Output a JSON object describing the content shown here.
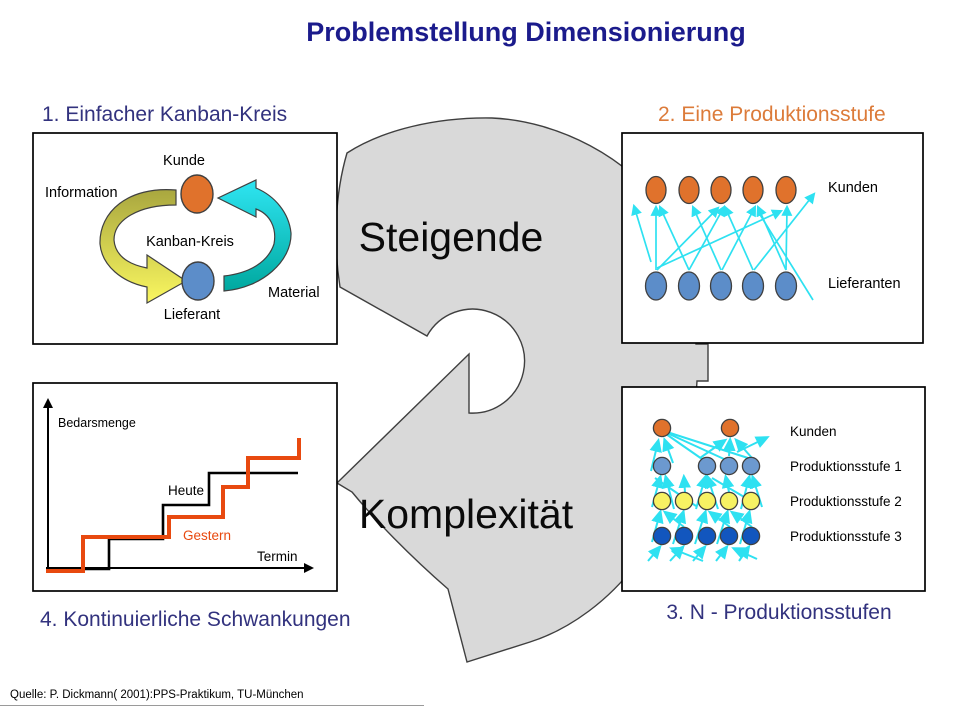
{
  "title": "Problemstellung Dimensionierung",
  "footer": {
    "source": "Quelle: P. Dickmann( 2001):PPS-Praktikum, TU-München"
  },
  "center": {
    "word_top": "Steigende",
    "word_bottom": "Komplexität"
  },
  "colors": {
    "title_navy": "#1B1B8C",
    "heading_navy": "#32327E",
    "heading_orange": "#DC7B3A",
    "customer_orange": "#E0722C",
    "supplier_blue": "#5C8DC9",
    "stage1_blue": "#6C99CF",
    "stage2_yellow": "#F7F263",
    "stage3_blue": "#1256BE",
    "flow_cyan": "#2EE1F1",
    "cycle_gray": "#D9D9D9",
    "gestern_red": "#E8490F"
  },
  "panels": {
    "kanban": {
      "heading": "1. Einfacher Kanban-Kreis",
      "labels": {
        "customer": "Kunde",
        "information": "Information",
        "circle": "Kanban-Kreis",
        "material": "Material",
        "supplier": "Lieferant"
      }
    },
    "one_stage": {
      "heading": "2. Eine Produktionsstufe",
      "labels": {
        "customers": "Kunden",
        "suppliers": "Lieferanten"
      }
    },
    "n_stages": {
      "heading": "3. N - Produktionsstufen",
      "labels": {
        "customers": "Kunden",
        "stage1": "Produktionsstufe 1",
        "stage2": "Produktionsstufe 2",
        "stage3": "Produktionsstufe 3"
      }
    },
    "fluctuations": {
      "heading": "4. Kontinuierliche Schwankungen"
    }
  },
  "chart_data": {
    "type": "line",
    "subtype": "step",
    "title": "",
    "xlabel": "Termin",
    "ylabel": "Bedarsmenge",
    "axes_numeric": false,
    "grid": false,
    "units": "page-pixels (schematic sketch, no numeric axes)",
    "series": [
      {
        "name": "Heute",
        "color": "#000000",
        "points": [
          [
            46,
            569
          ],
          [
            109,
            569
          ],
          [
            109,
            539
          ],
          [
            163,
            539
          ],
          [
            163,
            505
          ],
          [
            209,
            505
          ],
          [
            209,
            473
          ],
          [
            298,
            473
          ]
        ]
      },
      {
        "name": "Gestern",
        "color": "#E8490F",
        "points": [
          [
            46,
            571
          ],
          [
            83,
            571
          ],
          [
            83,
            537
          ],
          [
            169,
            537
          ],
          [
            169,
            517
          ],
          [
            223,
            517
          ],
          [
            223,
            487
          ],
          [
            248,
            487
          ],
          [
            248,
            458
          ],
          [
            299,
            458
          ],
          [
            299,
            438
          ]
        ]
      }
    ]
  }
}
